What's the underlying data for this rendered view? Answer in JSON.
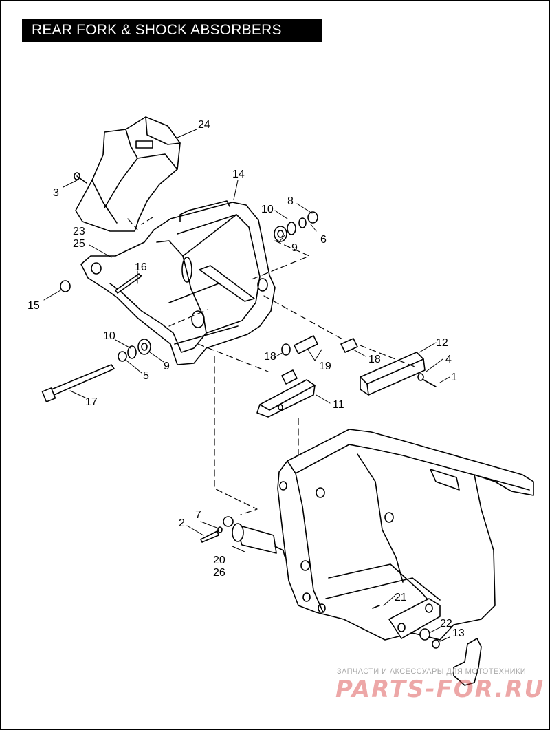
{
  "title": "REAR FORK & SHOCK ABSORBERS",
  "watermark": {
    "caption": "ЗАПЧАСТИ И АКСЕССУАРЫ ДЛЯ МОТОТЕХНИКИ",
    "logo": "PARTS-FOR.RU"
  },
  "callouts": [
    {
      "id": "c24",
      "label": "24"
    },
    {
      "id": "c3",
      "label": "3"
    },
    {
      "id": "c14",
      "label": "14"
    },
    {
      "id": "c8",
      "label": "8"
    },
    {
      "id": "c10a",
      "label": "10"
    },
    {
      "id": "c6",
      "label": "6"
    },
    {
      "id": "c9a",
      "label": "9"
    },
    {
      "id": "c23",
      "label": "23"
    },
    {
      "id": "c25",
      "label": "25"
    },
    {
      "id": "c16",
      "label": "16"
    },
    {
      "id": "c15",
      "label": "15"
    },
    {
      "id": "c10b",
      "label": "10"
    },
    {
      "id": "c9b",
      "label": "9"
    },
    {
      "id": "c5",
      "label": "5"
    },
    {
      "id": "c12",
      "label": "12"
    },
    {
      "id": "c4",
      "label": "4"
    },
    {
      "id": "c1",
      "label": "1"
    },
    {
      "id": "c18a",
      "label": "18"
    },
    {
      "id": "c19",
      "label": "19"
    },
    {
      "id": "c18b",
      "label": "18"
    },
    {
      "id": "c11",
      "label": "11"
    },
    {
      "id": "c17",
      "label": "17"
    },
    {
      "id": "c7",
      "label": "7"
    },
    {
      "id": "c2",
      "label": "2"
    },
    {
      "id": "c20",
      "label": "20"
    },
    {
      "id": "c26",
      "label": "26"
    },
    {
      "id": "c21",
      "label": "21"
    },
    {
      "id": "c22",
      "label": "22"
    },
    {
      "id": "c13",
      "label": "13"
    }
  ]
}
